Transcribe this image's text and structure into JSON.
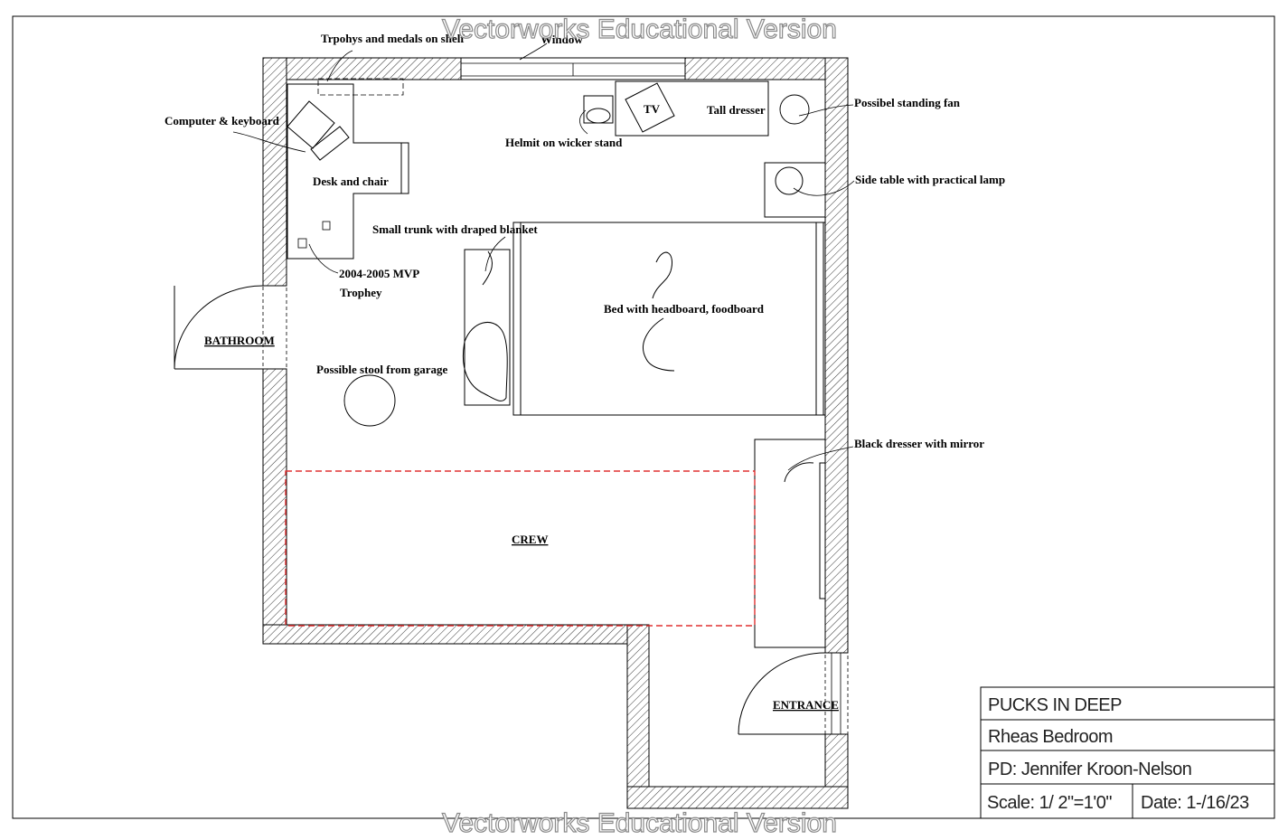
{
  "watermark": "Vectorworks Educational Version",
  "labels": {
    "trophies": "Trpohys and medals on shelf",
    "window": "Window",
    "computer": "Computer & keyboard",
    "desk": "Desk and chair",
    "helmet": "Helmit on wicker stand",
    "tv": "TV",
    "tall_dresser": "Tall dresser",
    "fan": "Possibel standing fan",
    "side_table": "Side table with practical lamp",
    "trunk": "Small trunk with draped blanket",
    "mvp_line1": "2004-2005 MVP",
    "mvp_line2": "Trophey",
    "bed": "Bed with headboard, foodboard",
    "bathroom": "BATHROOM",
    "stool": "Possible stool from garage",
    "black_dresser": "Black dresser with mirror",
    "crew": "CREW",
    "entrance": "ENTRANCE"
  },
  "title_block": {
    "show": "PUCKS IN DEEP",
    "scene": "Rheas Bedroom",
    "pd": "PD: Jennifer Kroon-Nelson",
    "scale": "Scale: 1/ 2\"=1'0\"",
    "date": "Date: 1-/16/23"
  },
  "colors": {
    "line": "#000000",
    "crew_area": "#e03030",
    "watermark": "#8a8a8a"
  }
}
